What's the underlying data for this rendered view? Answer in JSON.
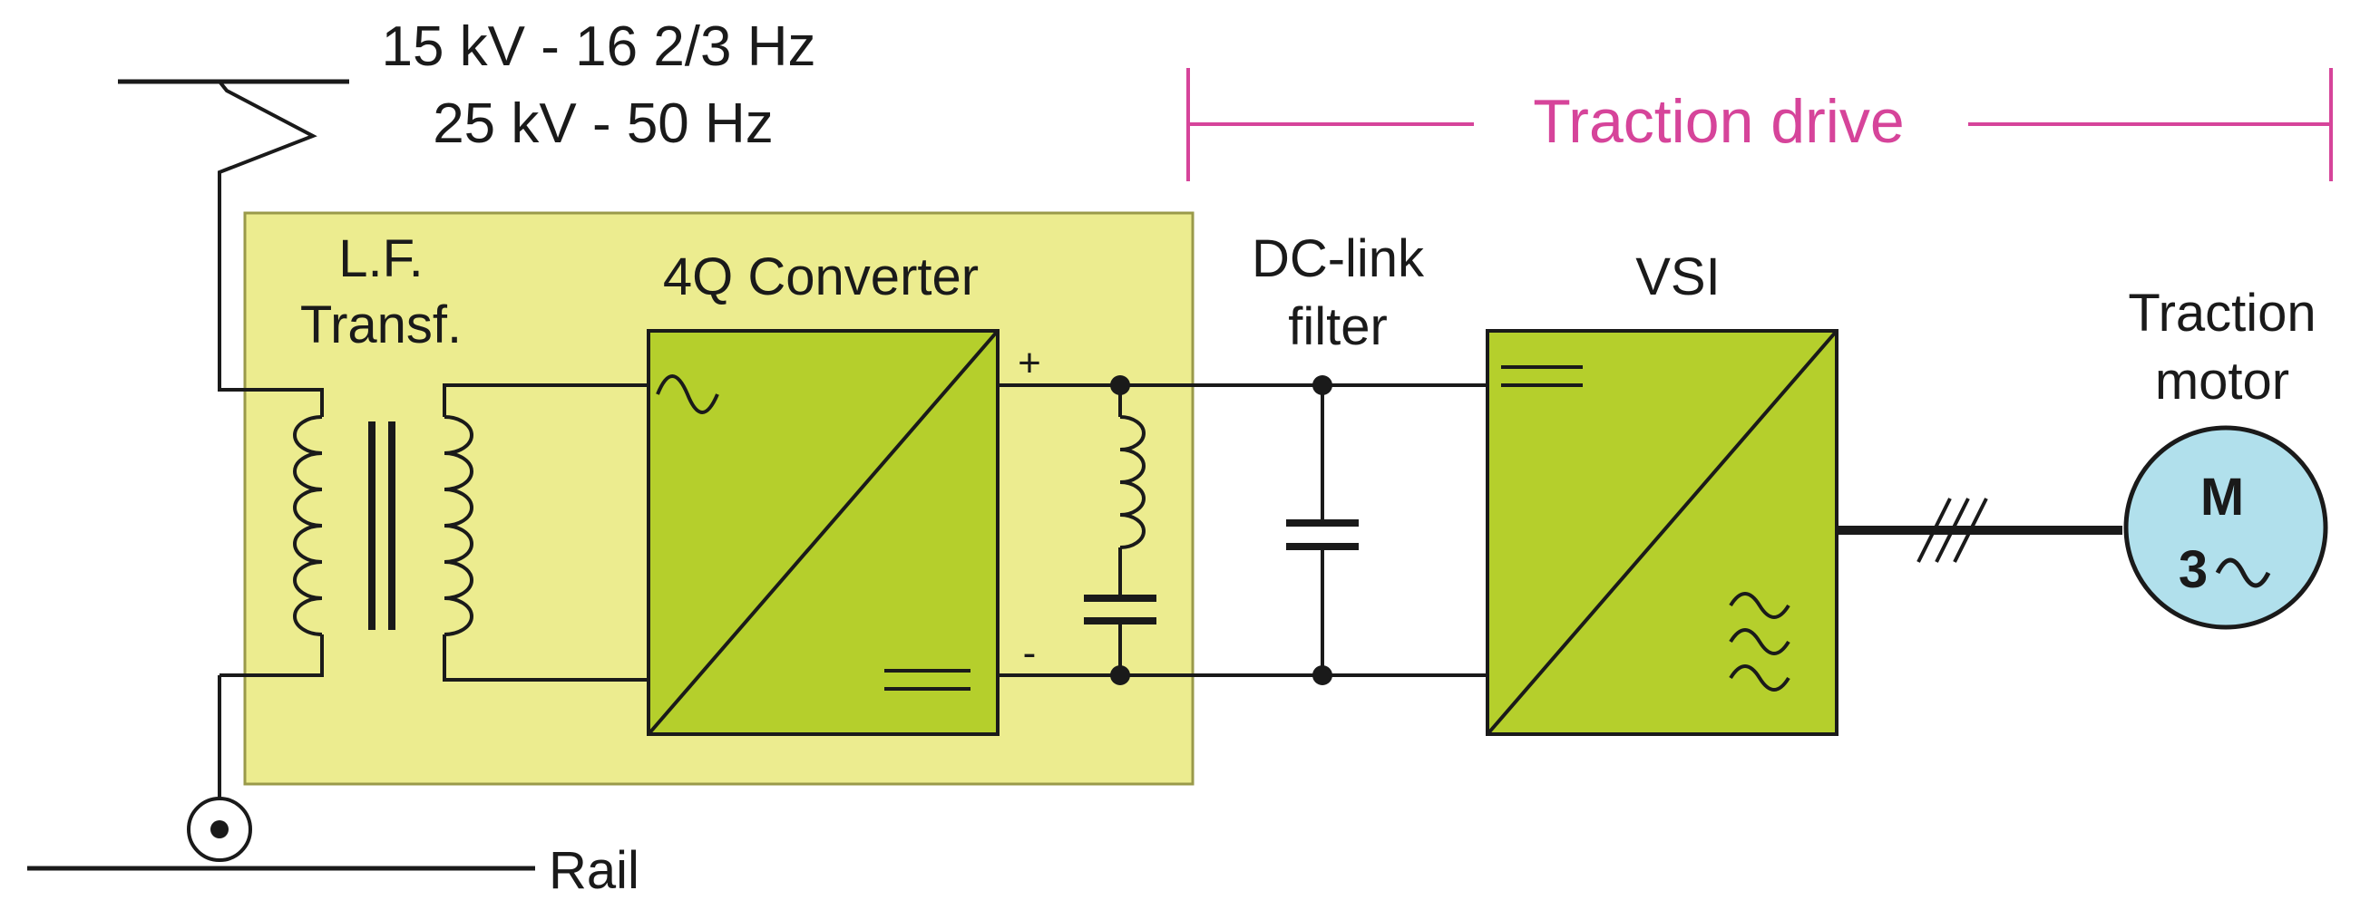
{
  "supply": {
    "line1": "15 kV - 16 2/3 Hz",
    "line2": "25 kV - 50 Hz"
  },
  "traction_drive": {
    "label": "Traction drive"
  },
  "transformer": {
    "label_line1": "L.F.",
    "label_line2": "Transf."
  },
  "converter": {
    "label": "4Q Converter",
    "plus": "+",
    "minus": "-"
  },
  "dc_link": {
    "label_line1": "DC-link",
    "label_line2": "filter"
  },
  "vsi": {
    "label": "VSI"
  },
  "motor": {
    "label_line1": "Traction",
    "label_line2": "motor",
    "symbol_line1": "M",
    "symbol_line2": "3"
  },
  "rail": {
    "label": "Rail"
  },
  "colors": {
    "module_bg": "#ecec8f",
    "block_fill": "#b5cf2c",
    "motor_fill": "#b1e0ec",
    "accent_pink": "#d6449a",
    "wire": "#1a1a1a"
  }
}
